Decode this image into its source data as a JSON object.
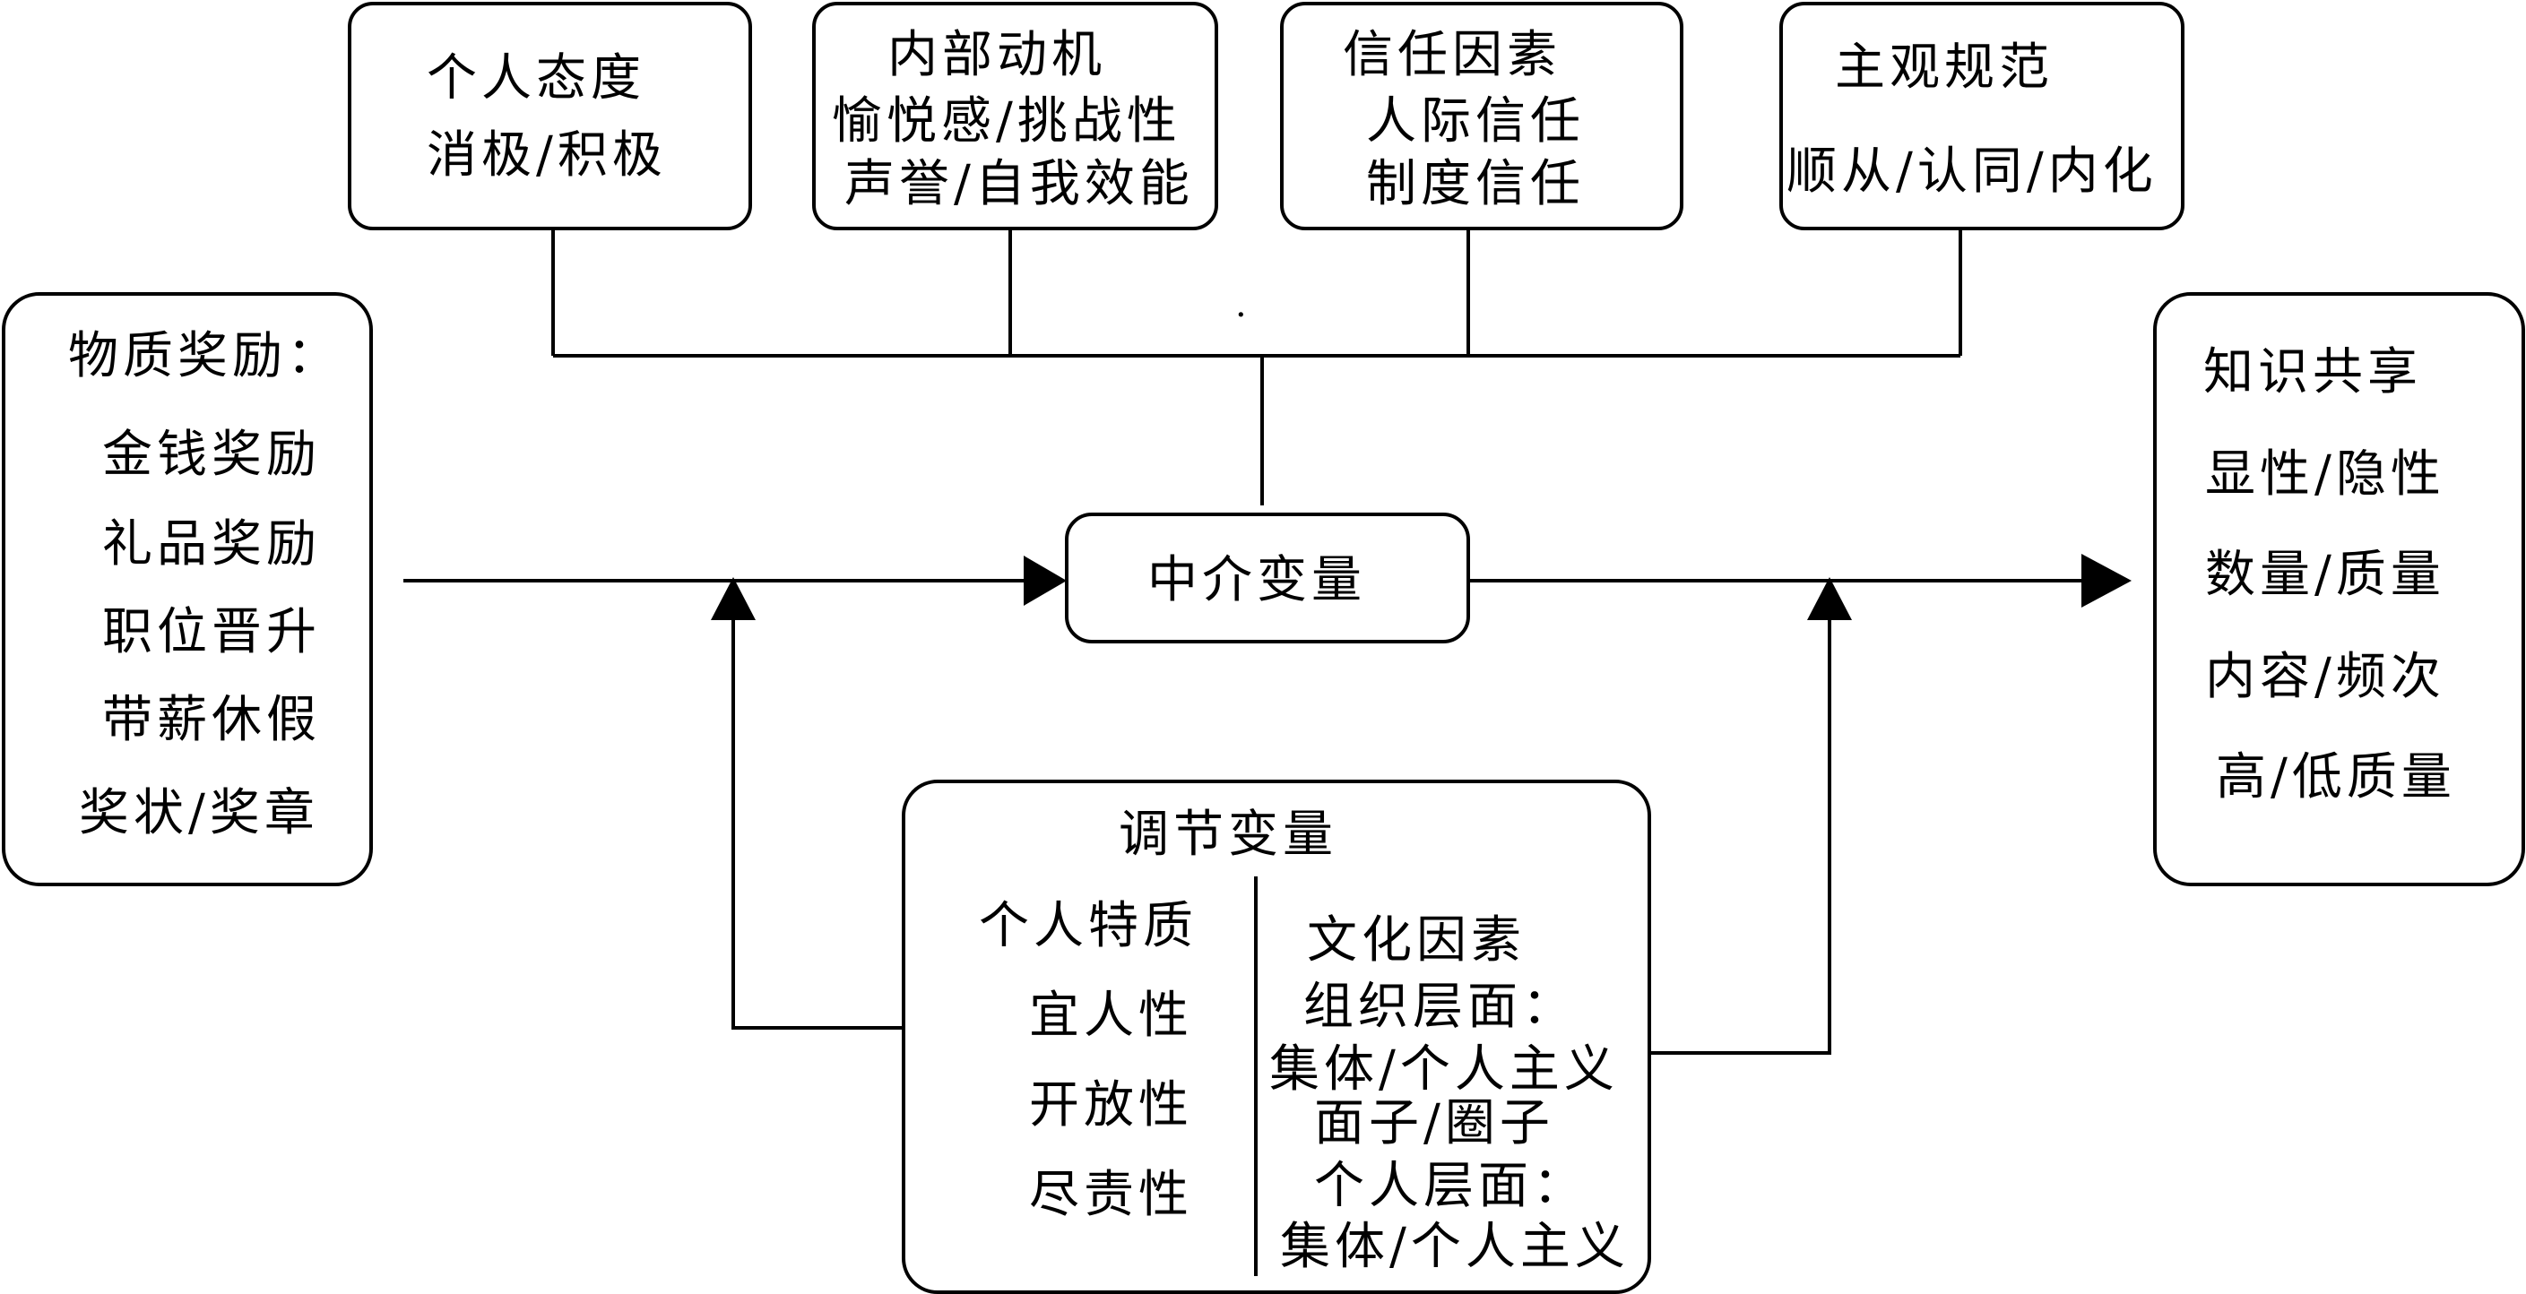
{
  "top_boxes": {
    "attitude": {
      "title": "个人态度",
      "lines": [
        "消极/积极"
      ]
    },
    "motivation": {
      "title": "内部动机",
      "lines": [
        "愉悦感/挑战性",
        "声誉/自我效能"
      ]
    },
    "trust": {
      "title": "信任因素",
      "lines": [
        "人际信任",
        "制度信任"
      ]
    },
    "norms": {
      "title": "主观规范",
      "lines": [
        "顺从/认同/内化"
      ]
    }
  },
  "dot_mark": "·",
  "rewards": {
    "title": "物质奖励：",
    "items": [
      "金钱奖励",
      "礼品奖励",
      "职位晋升",
      "带薪休假",
      "奖状/奖章"
    ]
  },
  "mediator": {
    "label": "中介变量"
  },
  "knowledge": {
    "title": "知识共享",
    "items": [
      "显性/隐性",
      "数量/质量",
      "内容/频次",
      "高/低质量"
    ]
  },
  "moderator": {
    "title": "调节变量",
    "personal_title": "个人特质",
    "personal_items": [
      "宜人性",
      "开放性",
      "尽责性"
    ],
    "culture_lines": [
      "文化因素",
      "组织层面：",
      "集体/个人主义",
      "面子/圈子",
      "个人层面：",
      "集体/个人主义"
    ]
  }
}
